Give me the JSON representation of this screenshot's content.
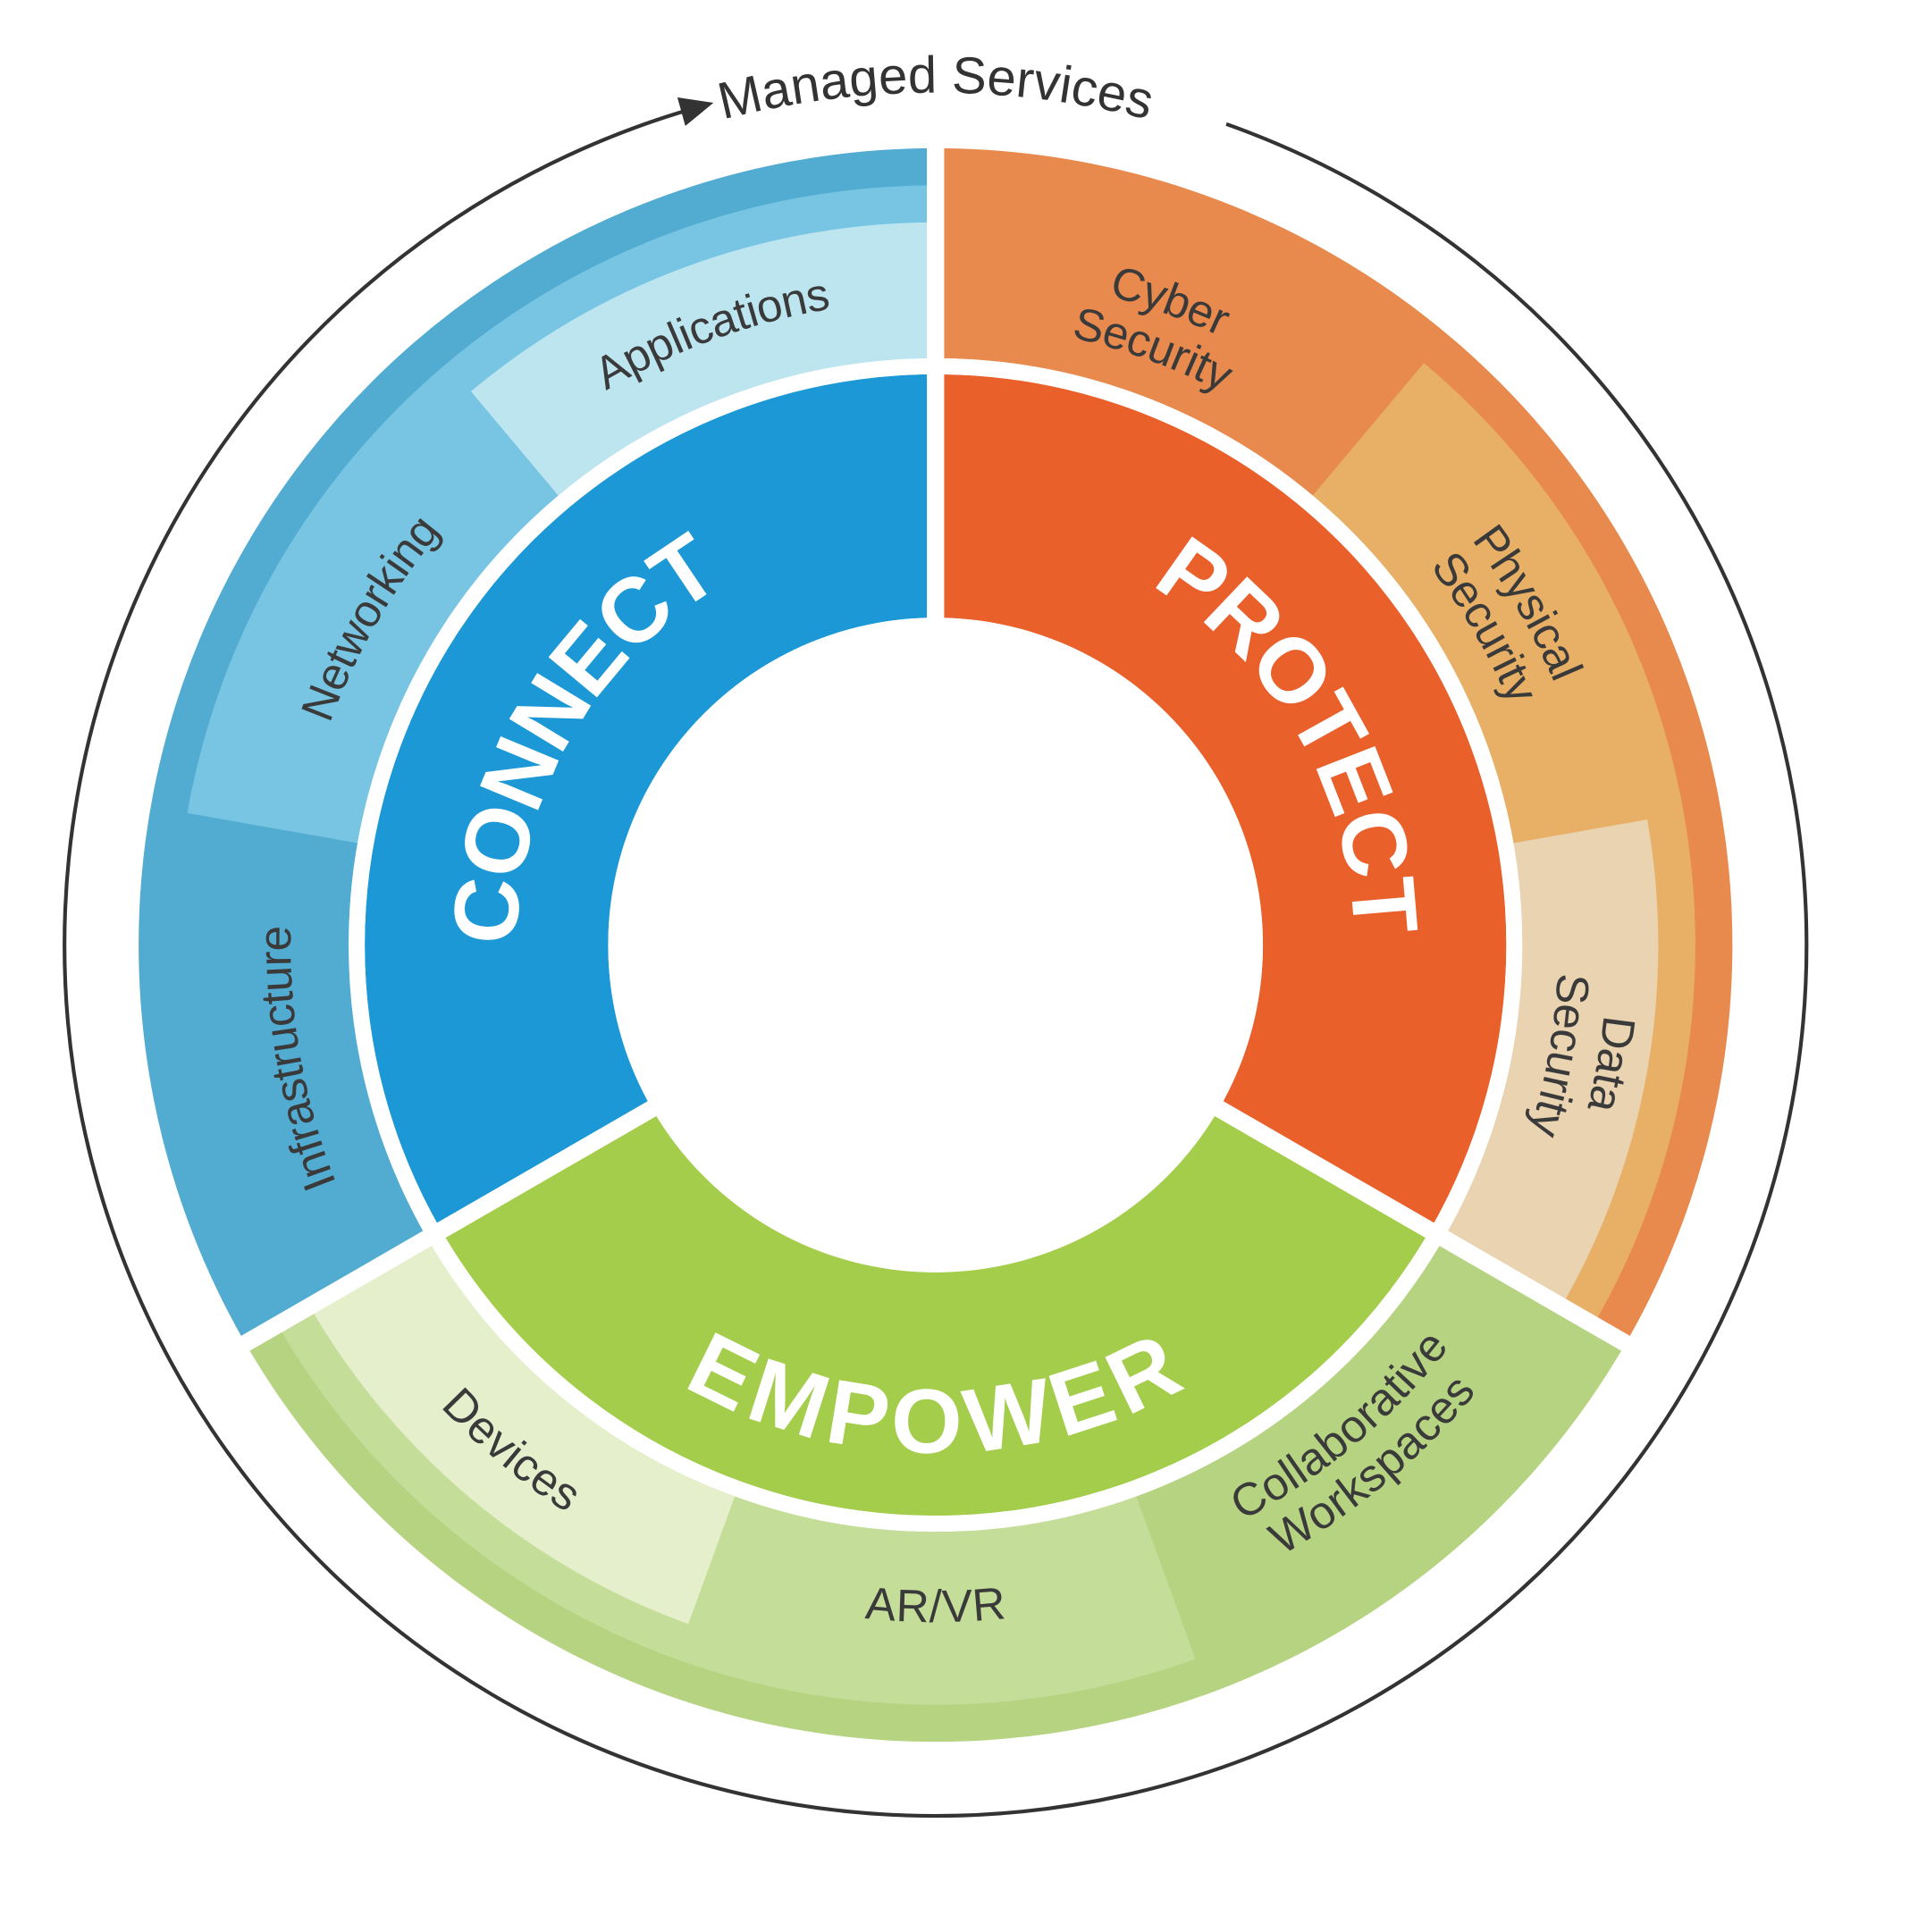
{
  "title": "Managed Services",
  "colors": {
    "ring_line": "#333333",
    "gap": "#ffffff",
    "label_text": "#3a3a3a"
  },
  "pillars": [
    {
      "label": "CONNECT",
      "color": "#1b98d5",
      "subs": [
        {
          "lines": [
            "Infrastructure"
          ],
          "color": "#52abd0"
        },
        {
          "lines": [
            "Networking"
          ],
          "color": "#77c5e3"
        },
        {
          "lines": [
            "Applications"
          ],
          "color": "#bce5f0"
        }
      ]
    },
    {
      "label": "PROTECT",
      "color": "#e9602b",
      "subs": [
        {
          "lines": [
            "Cyber",
            "Security"
          ],
          "color": "#e8894d"
        },
        {
          "lines": [
            "Physical",
            "Security"
          ],
          "color": "#e8b066"
        },
        {
          "lines": [
            "Data",
            "Security"
          ],
          "color": "#e9d3b1"
        }
      ]
    },
    {
      "label": "EMPOWER",
      "color": "#a5cd4c",
      "subs": [
        {
          "lines": [
            "Collaborative",
            "Workspaces"
          ],
          "color": "#b5d380"
        },
        {
          "lines": [
            "AR/VR"
          ],
          "color": "#c4de9a"
        },
        {
          "lines": [
            "Devices"
          ],
          "color": "#e5efcb"
        }
      ]
    }
  ]
}
